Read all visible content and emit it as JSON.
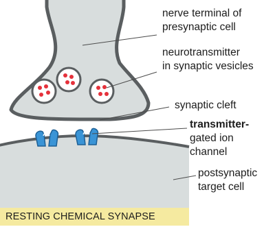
{
  "labels": {
    "nerve_terminal": [
      "nerve terminal of",
      "presynaptic cell"
    ],
    "neurotransmitter": [
      "neurotransmitter",
      "in synaptic vesicles"
    ],
    "synaptic_cleft": "synaptic cleft",
    "ion_channel": [
      "transmitter-",
      "gated ion",
      "channel"
    ],
    "postsynaptic": [
      "postsynaptic",
      "target cell"
    ]
  },
  "caption": "RESTING CHEMICAL SYNAPSE",
  "colors": {
    "cell_fill": "#d8dddd",
    "membrane": "#5a5e60",
    "vesicle_fill": "#ffffff",
    "neurotransmitter": "#e5313b",
    "channel_blue": "#3a94d6",
    "leader_line": "#4a4a4a",
    "caption_bg": "#f5eaa0",
    "text": "#1c1c1c"
  }
}
